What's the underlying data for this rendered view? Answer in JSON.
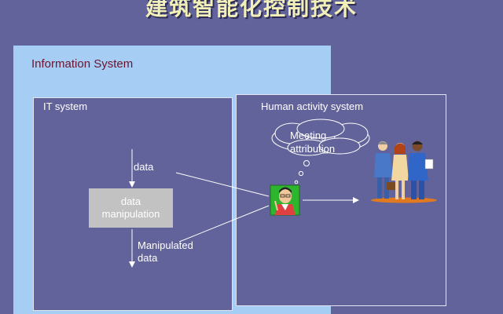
{
  "slide": {
    "title": "建筑智能化控制技术"
  },
  "diagram": {
    "information_system_label": "Information System",
    "it_system_label": "IT system",
    "human_activity_label": "Human activity system",
    "data_label": "data",
    "manipulation": {
      "line1": "data",
      "line2": "manipulation"
    },
    "manipulated_data": {
      "line1": "Manipulated",
      "line2": "data"
    },
    "thought_bubble": {
      "line1": "Meeting",
      "line2": "attribution"
    }
  },
  "colors": {
    "background": "#62639a",
    "information_system_fill": "#a6cdf3",
    "title_text": "#f2f0b8",
    "information_label_text": "#6a1530",
    "manipulation_box": "#c2c2c2"
  },
  "icons": [
    "thinking-person-icon",
    "business-people-group-icon",
    "thought-bubble"
  ]
}
